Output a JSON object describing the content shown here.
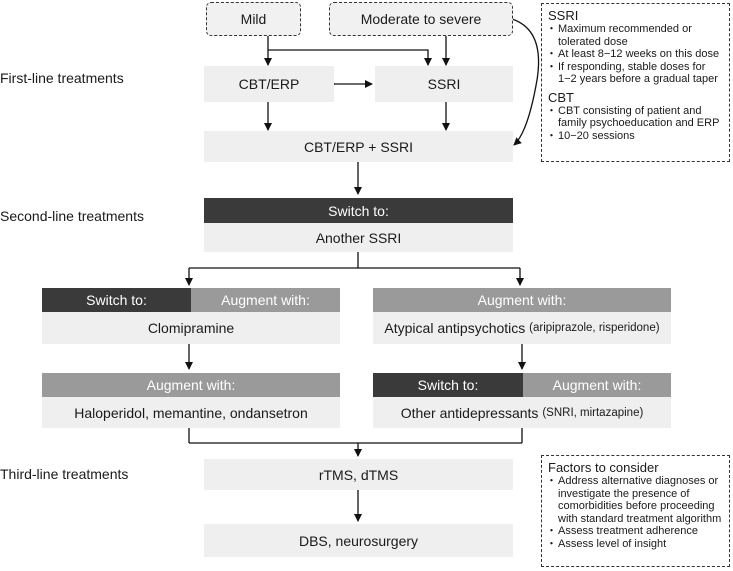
{
  "severity": {
    "mild": "Mild",
    "moderate": "Moderate to severe"
  },
  "rows": {
    "first": "First-line treatments",
    "second": "Second-line treatments",
    "third": "Third-line treatments"
  },
  "first_line": {
    "cbt": "CBT/ERP",
    "ssri": "SSRI",
    "combined": "CBT/ERP + SSRI"
  },
  "second_line": {
    "header": "Switch to:",
    "body": "Another SSRI"
  },
  "left_branch": {
    "switch_header": "Switch to:",
    "augment_header": "Augment with:",
    "drug": "Clomipramine",
    "augment2_header": "Augment with:",
    "augment2_body": "Haloperidol, memantine, ondansetron"
  },
  "right_branch": {
    "augment_header": "Augment with:",
    "drug": "Atypical antipsychotics",
    "drug_detail": "(aripiprazole, risperidone)",
    "switch_header": "Switch to:",
    "augment2_header": "Augment with:",
    "other": "Other antidepressants",
    "other_detail": "(SNRI, mirtazapine)"
  },
  "third_line": {
    "tms": "rTMS, dTMS",
    "dbs": "DBS, neurosurgery"
  },
  "notes_ssri": {
    "title": "SSRI",
    "items": [
      "Maximum recommended or tolerated dose",
      "At least 8−12 weeks on this dose",
      "If responding, stable doses for 1−2 years before a gradual taper"
    ]
  },
  "notes_cbt": {
    "title": "CBT",
    "items": [
      "CBT consisting of patient and family psychoeducation and ERP",
      "10−20 sessions"
    ]
  },
  "notes_factors": {
    "title": "Factors to consider",
    "items": [
      "Address alternative diagnoses or investigate the presence of comorbidities before proceeding with standard treatment algorithm",
      "Assess treatment adherence",
      "Assess level of insight"
    ]
  }
}
